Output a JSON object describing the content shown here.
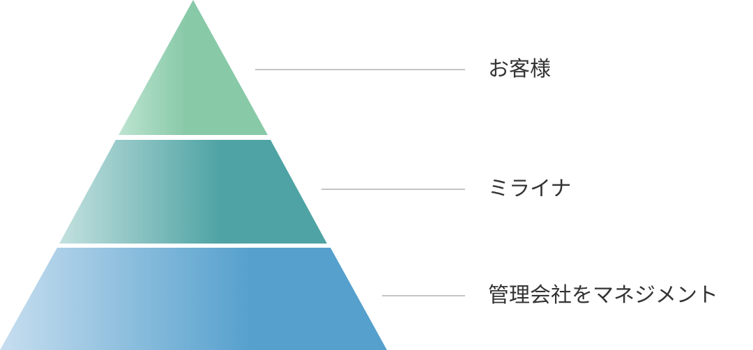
{
  "colors": {
    "tier1": [
      "#bde4d1",
      "#88c9a8"
    ],
    "tier2": [
      "#c3e1df",
      "#4fa3a4"
    ],
    "tier3": [
      "#c7deef",
      "#55a0cd"
    ],
    "line": "#888888",
    "text": "#333333"
  },
  "tiers": [
    {
      "label": "お客様"
    },
    {
      "label": "ミライナ"
    },
    {
      "label": "管理会社をマネジメント"
    }
  ]
}
